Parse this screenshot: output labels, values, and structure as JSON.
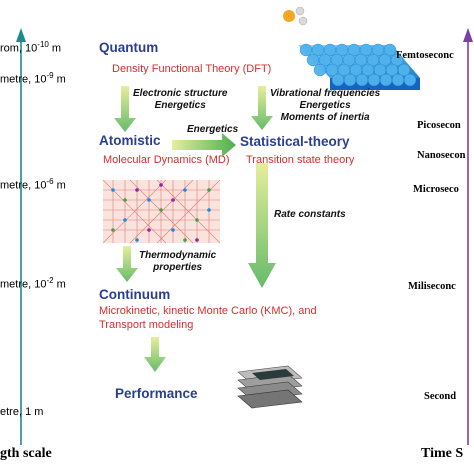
{
  "length_scale": {
    "title": "gth scale",
    "ticks": [
      "rom, 10",
      "metre, 10",
      "metre, 10",
      "metre, 10",
      "etre, 1 m"
    ],
    "exponents": [
      "-10",
      "-9",
      "-6",
      "-2",
      ""
    ],
    "units": [
      " m",
      " m",
      " m",
      " m",
      ""
    ]
  },
  "time_scale": {
    "title": "Time S",
    "ticks": [
      "Femtoseconc",
      "Picosecon",
      "Nanosecon",
      "Microseco",
      "Miliseconc",
      "Second"
    ]
  },
  "levels": {
    "quantum": "Quantum",
    "atomistic": "Atomistic",
    "statistical": "Statistical-theory",
    "continuum": "Continuum",
    "performance": "Performance"
  },
  "methods": {
    "dft": "Density Functional Theory (DFT)",
    "md": "Molecular Dynamics (MD)",
    "tst": "Transition state theory",
    "continuum_line1": "Microkinetic, kinetic Monte Carlo (KMC), and",
    "continuum_line2": "Transport modeling"
  },
  "annotations": {
    "electronic_line1": "Electronic structure",
    "electronic_line2": "Energetics",
    "vib_line1": "Vibrational frequencies",
    "vib_line2": "Energetics",
    "vib_line3": "Moments of inertia",
    "energetics": "Energetics",
    "rate": "Rate constants",
    "thermo_line1": "Thermodynamic",
    "thermo_line2": "properties"
  },
  "colors": {
    "level_blue": "#2a3f8f",
    "method_red": "#d32f2f",
    "length_axis": "#1f8a8a",
    "time_axis": "#7b3fa8"
  },
  "icons": [
    "molecule-icon",
    "crystal-surface-icon",
    "crystal-lattice-icon",
    "catalyst-stack-icon"
  ]
}
